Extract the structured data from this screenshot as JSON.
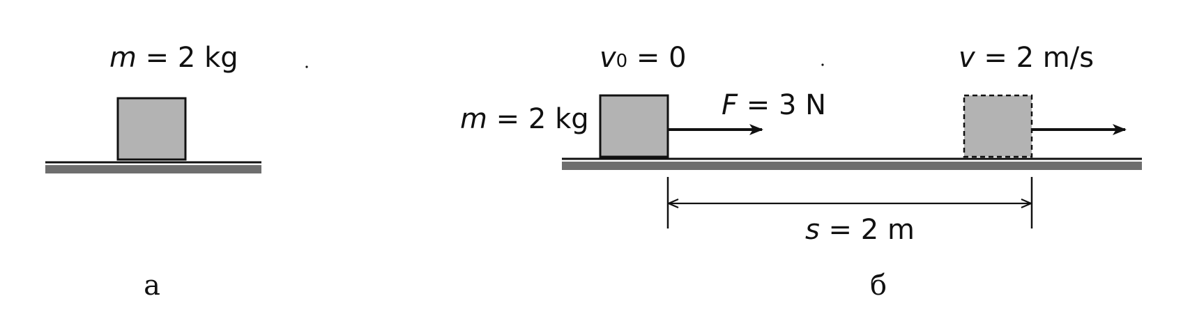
{
  "panel_a": {
    "caption": "а",
    "mass_label": {
      "symbol": "m",
      "rest": " = 2 kg"
    }
  },
  "panel_b": {
    "caption": "б",
    "mass_label": {
      "symbol": "m",
      "rest": " = 2 kg"
    },
    "initial_velocity": {
      "symbol": "v",
      "subscript": "0",
      "rest": " = 0"
    },
    "force": {
      "symbol": "F",
      "rest": " = 3 N"
    },
    "final_velocity": {
      "symbol": "v",
      "rest": " = 2 m/s"
    },
    "distance": {
      "symbol": "s",
      "rest": " = 2 m"
    }
  },
  "colors": {
    "ink": "#111111",
    "block_fill": "#b3b3b3",
    "ground": "#6e6e6e"
  }
}
